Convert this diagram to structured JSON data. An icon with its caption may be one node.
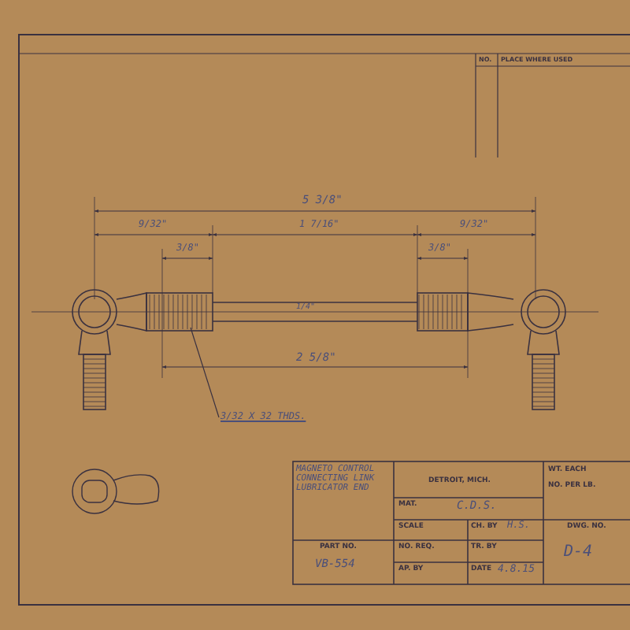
{
  "diagram": {
    "nodes": [
      {
        "text": [
          "3/32 X 32 THDS."
        ]
      },
      {
        "text": [],
        "shape": "picture"
      }
    ],
    "edges": [
      {
        "from": 0,
        "to": 1,
        "arrow": "none"
      }
    ],
    "labels": [
      "NO.",
      "PLACE WHERE USED",
      "5 3/8\"",
      "9/32\"",
      "1 7/16\"",
      "9/32\"",
      "3/8\"",
      "3/8\"",
      "1/4\"",
      "2 5/8\"",
      "MAGNETO CONTROL CONNECTING LINK LUBRICATOR END",
      "DETROIT, MICH.",
      "WT. EACH",
      "NO. PER LB.",
      "MAT.",
      "C.D.S.",
      "SCALE",
      "CH. BY",
      "H.S.",
      "DWG. NO.",
      "PART NO.",
      "NO. REQ.",
      "TR. BY",
      "VB-554",
      "AP. BY",
      "DATE",
      "4.8.15",
      "D-4"
    ]
  }
}
